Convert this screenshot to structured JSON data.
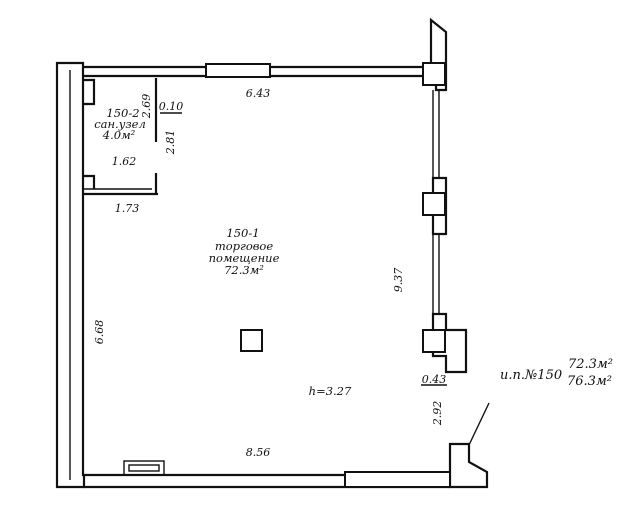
{
  "rooms": [
    {
      "number": "150-2",
      "name": "сан.узел",
      "area": "4.0м²"
    },
    {
      "number": "150-1",
      "name_line1": "торговое",
      "name_line2": "помещение",
      "area": "72.3м²"
    }
  ],
  "dimensions": {
    "top_wall": "6.43",
    "top_partition_offset": "0.10",
    "sanuzel_vertical_upper": "2.69",
    "sanuzel_vertical_lower": "2.81",
    "sanuzel_inner_width": "1.62",
    "sanuzel_width": "1.73",
    "right_wall_height": "9.37",
    "left_wall_height": "6.68",
    "right_ledge_width": "0.43",
    "right_lower_height": "2.92",
    "bottom_wall": "8.56"
  },
  "ceiling_height": "h=3.27",
  "unit_summary": {
    "label": "и.п.№150",
    "area_main": "72.3м²",
    "area_total": "76.3м²"
  }
}
